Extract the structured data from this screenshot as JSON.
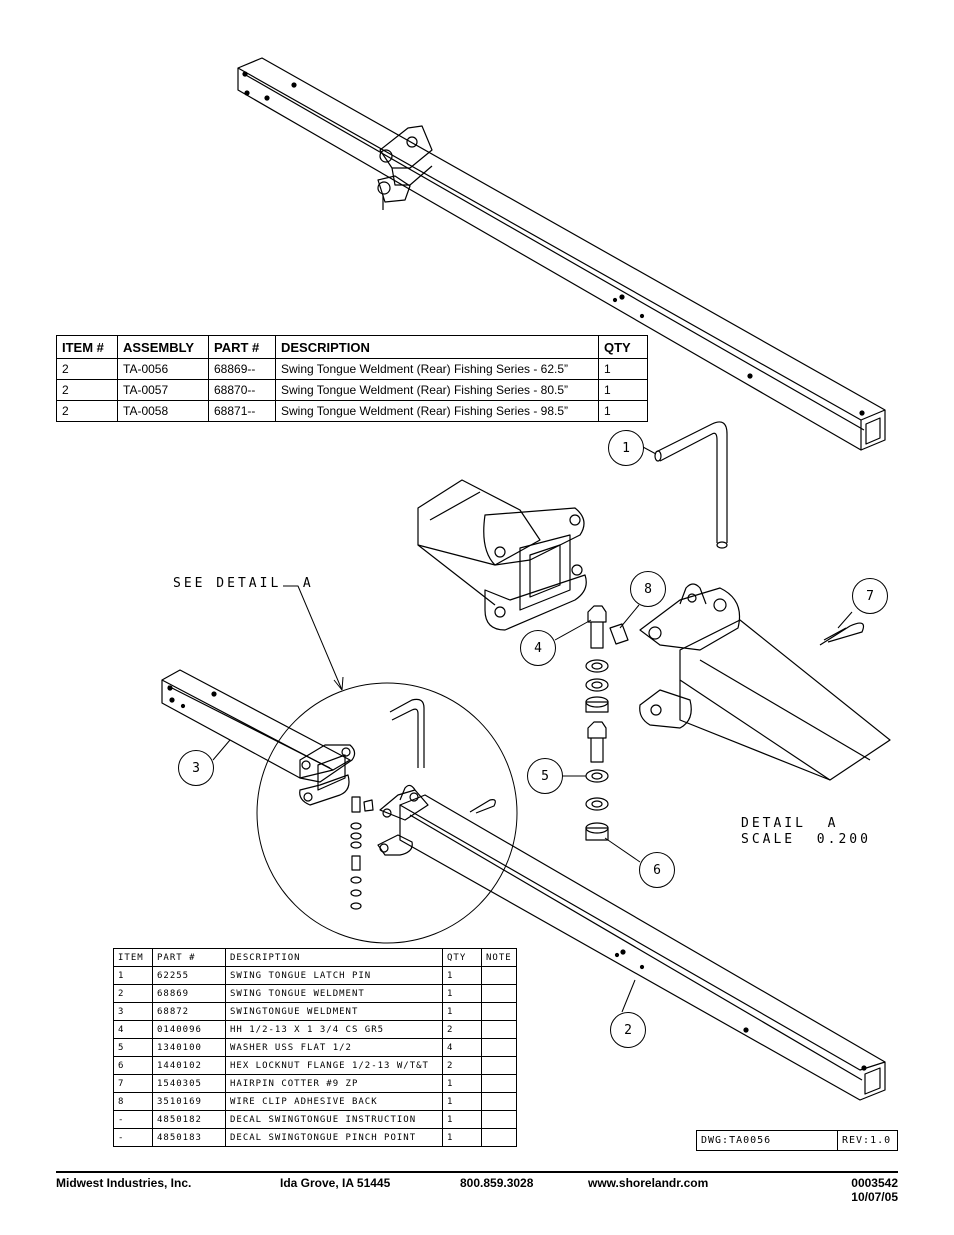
{
  "assembly_table": {
    "headers": [
      "ITEM #",
      "ASSEMBLY",
      "PART #",
      "DESCRIPTION",
      "QTY"
    ],
    "rows": [
      [
        "2",
        "TA-0056",
        "68869--",
        "Swing Tongue Weldment (Rear) Fishing Series - 62.5”",
        "1"
      ],
      [
        "2",
        "TA-0057",
        "68870--",
        "Swing Tongue Weldment (Rear) Fishing Series - 80.5”",
        "1"
      ],
      [
        "2",
        "TA-0058",
        "68871--",
        "Swing Tongue Weldment (Rear) Fishing Series - 98.5”",
        "1"
      ]
    ]
  },
  "parts_table": {
    "headers": [
      "ITEM",
      "PART #",
      "DESCRIPTION",
      "QTY",
      "NOTE"
    ],
    "rows": [
      [
        "1",
        "62255",
        "SWING TONGUE LATCH PIN",
        "1",
        ""
      ],
      [
        "2",
        "68869",
        "SWING TONGUE WELDMENT",
        "1",
        ""
      ],
      [
        "3",
        "68872",
        "SWINGTONGUE WELDMENT",
        "1",
        ""
      ],
      [
        "4",
        "0140096",
        "HH 1/2-13 X 1 3/4 CS GR5",
        "2",
        ""
      ],
      [
        "5",
        "1340100",
        "WASHER USS FLAT 1/2",
        "4",
        ""
      ],
      [
        "6",
        "1440102",
        "HEX LOCKNUT FLANGE 1/2-13 W/T&T",
        "2",
        ""
      ],
      [
        "7",
        "1540305",
        "HAIRPIN COTTER #9 ZP",
        "1",
        ""
      ],
      [
        "8",
        "3510169",
        "WIRE CLIP  ADHESIVE BACK",
        "1",
        ""
      ],
      [
        "-",
        "4850182",
        "DECAL SWINGTONGUE INSTRUCTION",
        "1",
        ""
      ],
      [
        "-",
        "4850183",
        "DECAL SWINGTONGUE PINCH POINT",
        "1",
        ""
      ]
    ]
  },
  "callouts": {
    "see_detail": "SEE DETAIL  A",
    "detail_title": "DETAIL  A",
    "detail_scale": "SCALE  0.200"
  },
  "balloons": {
    "b1": "1",
    "b2": "2",
    "b3": "3",
    "b4": "4",
    "b5": "5",
    "b6": "6",
    "b7": "7",
    "b8": "8"
  },
  "title_block": {
    "dwg": "DWG:TA0056",
    "rev": "REV:1.0"
  },
  "footer": {
    "company": "Midwest Industries, Inc.",
    "location": "Ida Grove, IA  51445",
    "phone": "800.859.3028",
    "website": "www.shorelandr.com",
    "doc_number": "0003542",
    "date": "10/07/05"
  }
}
